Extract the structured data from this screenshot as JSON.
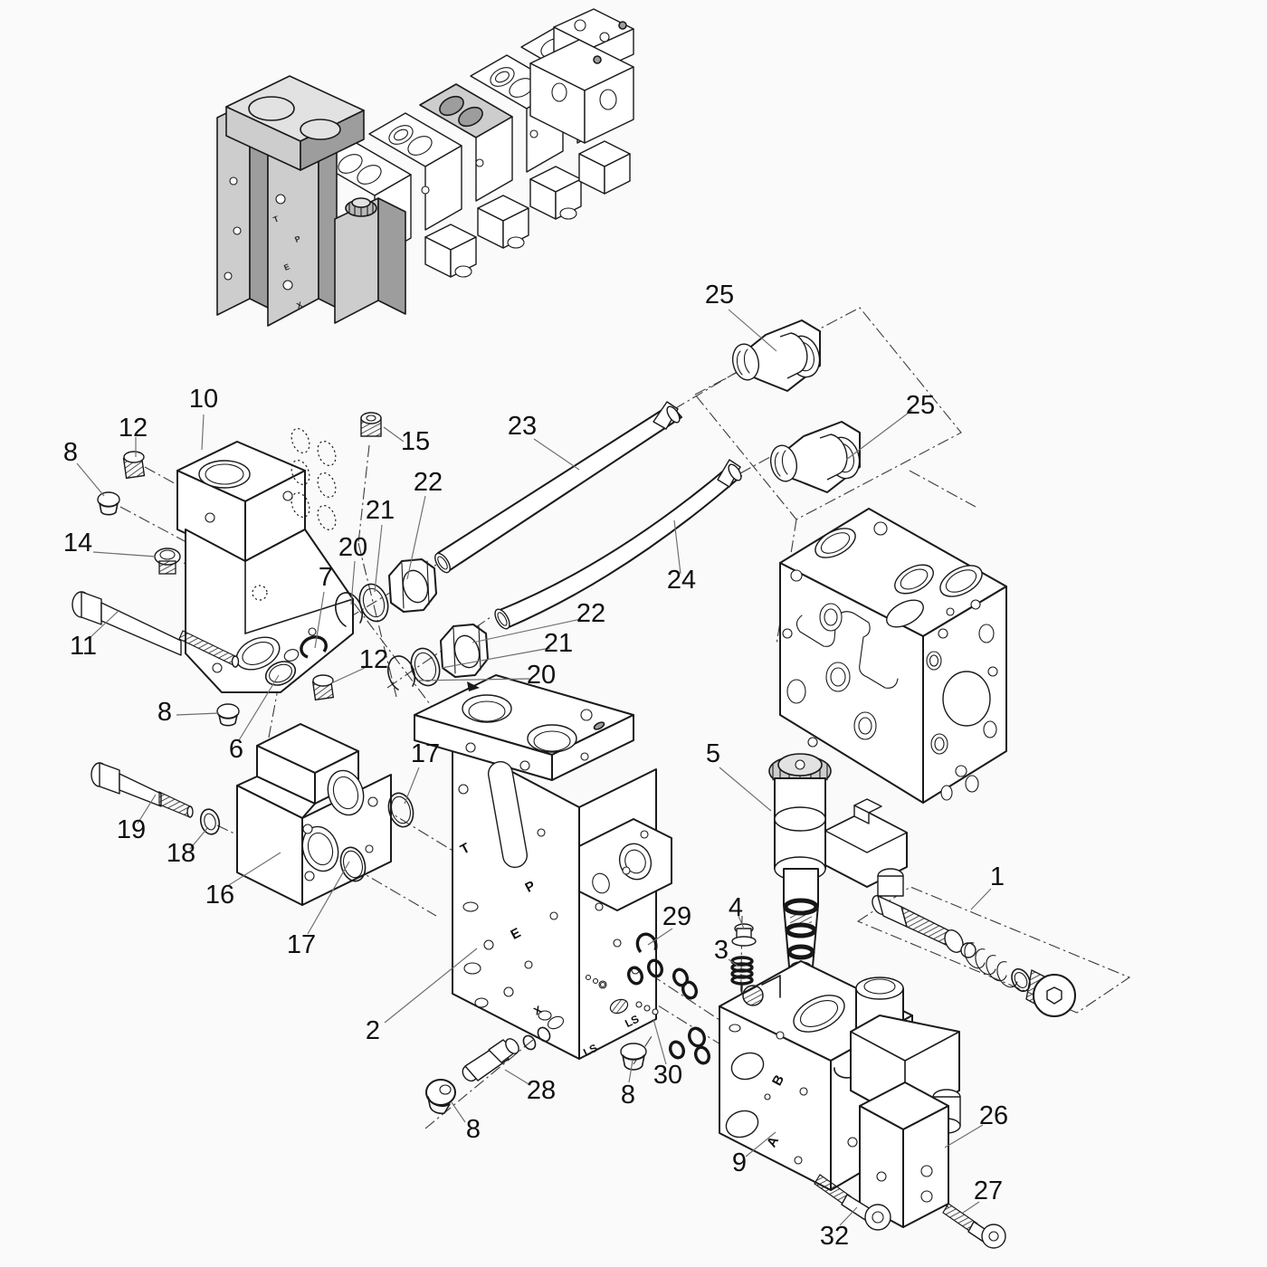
{
  "diagram": {
    "description": "Exploded parts diagram of a hydraulic control valve assembly with numbered callouts; assembled valve bank shown at top left.",
    "colors": {
      "line": "#1a1a1a",
      "background": "#fafafa",
      "shade_dark": "#9d9d9d",
      "shade_mid": "#b9b9b9",
      "shade_light": "#e2e2e2",
      "leader": "#6d6d6d"
    }
  },
  "callouts": [
    {
      "id": "1",
      "text": "1"
    },
    {
      "id": "2",
      "text": "2"
    },
    {
      "id": "3",
      "text": "3"
    },
    {
      "id": "4",
      "text": "4"
    },
    {
      "id": "5",
      "text": "5"
    },
    {
      "id": "6",
      "text": "6"
    },
    {
      "id": "7",
      "text": "7"
    },
    {
      "id": "8a",
      "text": "8"
    },
    {
      "id": "8b",
      "text": "8"
    },
    {
      "id": "8c",
      "text": "8"
    },
    {
      "id": "8d",
      "text": "8"
    },
    {
      "id": "9",
      "text": "9"
    },
    {
      "id": "10",
      "text": "10"
    },
    {
      "id": "11",
      "text": "11"
    },
    {
      "id": "12a",
      "text": "12"
    },
    {
      "id": "12b",
      "text": "12"
    },
    {
      "id": "14",
      "text": "14"
    },
    {
      "id": "15",
      "text": "15"
    },
    {
      "id": "16",
      "text": "16"
    },
    {
      "id": "17a",
      "text": "17"
    },
    {
      "id": "17b",
      "text": "17"
    },
    {
      "id": "18",
      "text": "18"
    },
    {
      "id": "19",
      "text": "19"
    },
    {
      "id": "20a",
      "text": "20"
    },
    {
      "id": "20b",
      "text": "20"
    },
    {
      "id": "21a",
      "text": "21"
    },
    {
      "id": "21b",
      "text": "21"
    },
    {
      "id": "22a",
      "text": "22"
    },
    {
      "id": "22b",
      "text": "22"
    },
    {
      "id": "23",
      "text": "23"
    },
    {
      "id": "24",
      "text": "24"
    },
    {
      "id": "25a",
      "text": "25"
    },
    {
      "id": "25b",
      "text": "25"
    },
    {
      "id": "26",
      "text": "26"
    },
    {
      "id": "27",
      "text": "27"
    },
    {
      "id": "28",
      "text": "28"
    },
    {
      "id": "29",
      "text": "29"
    },
    {
      "id": "30",
      "text": "30"
    },
    {
      "id": "32",
      "text": "32"
    }
  ],
  "part_markings": [
    {
      "id": "body-T",
      "text": "T"
    },
    {
      "id": "body-P",
      "text": "P"
    },
    {
      "id": "body-E",
      "text": "E"
    },
    {
      "id": "body-X",
      "text": "X"
    },
    {
      "id": "body-LS-1",
      "text": "LS"
    },
    {
      "id": "body-LS-2",
      "text": "LS"
    },
    {
      "id": "block9-B",
      "text": "B"
    },
    {
      "id": "block9-A",
      "text": "A"
    },
    {
      "id": "asm-T",
      "text": "T"
    },
    {
      "id": "asm-P",
      "text": "P"
    },
    {
      "id": "asm-E",
      "text": "E"
    },
    {
      "id": "asm-X",
      "text": "X"
    }
  ]
}
